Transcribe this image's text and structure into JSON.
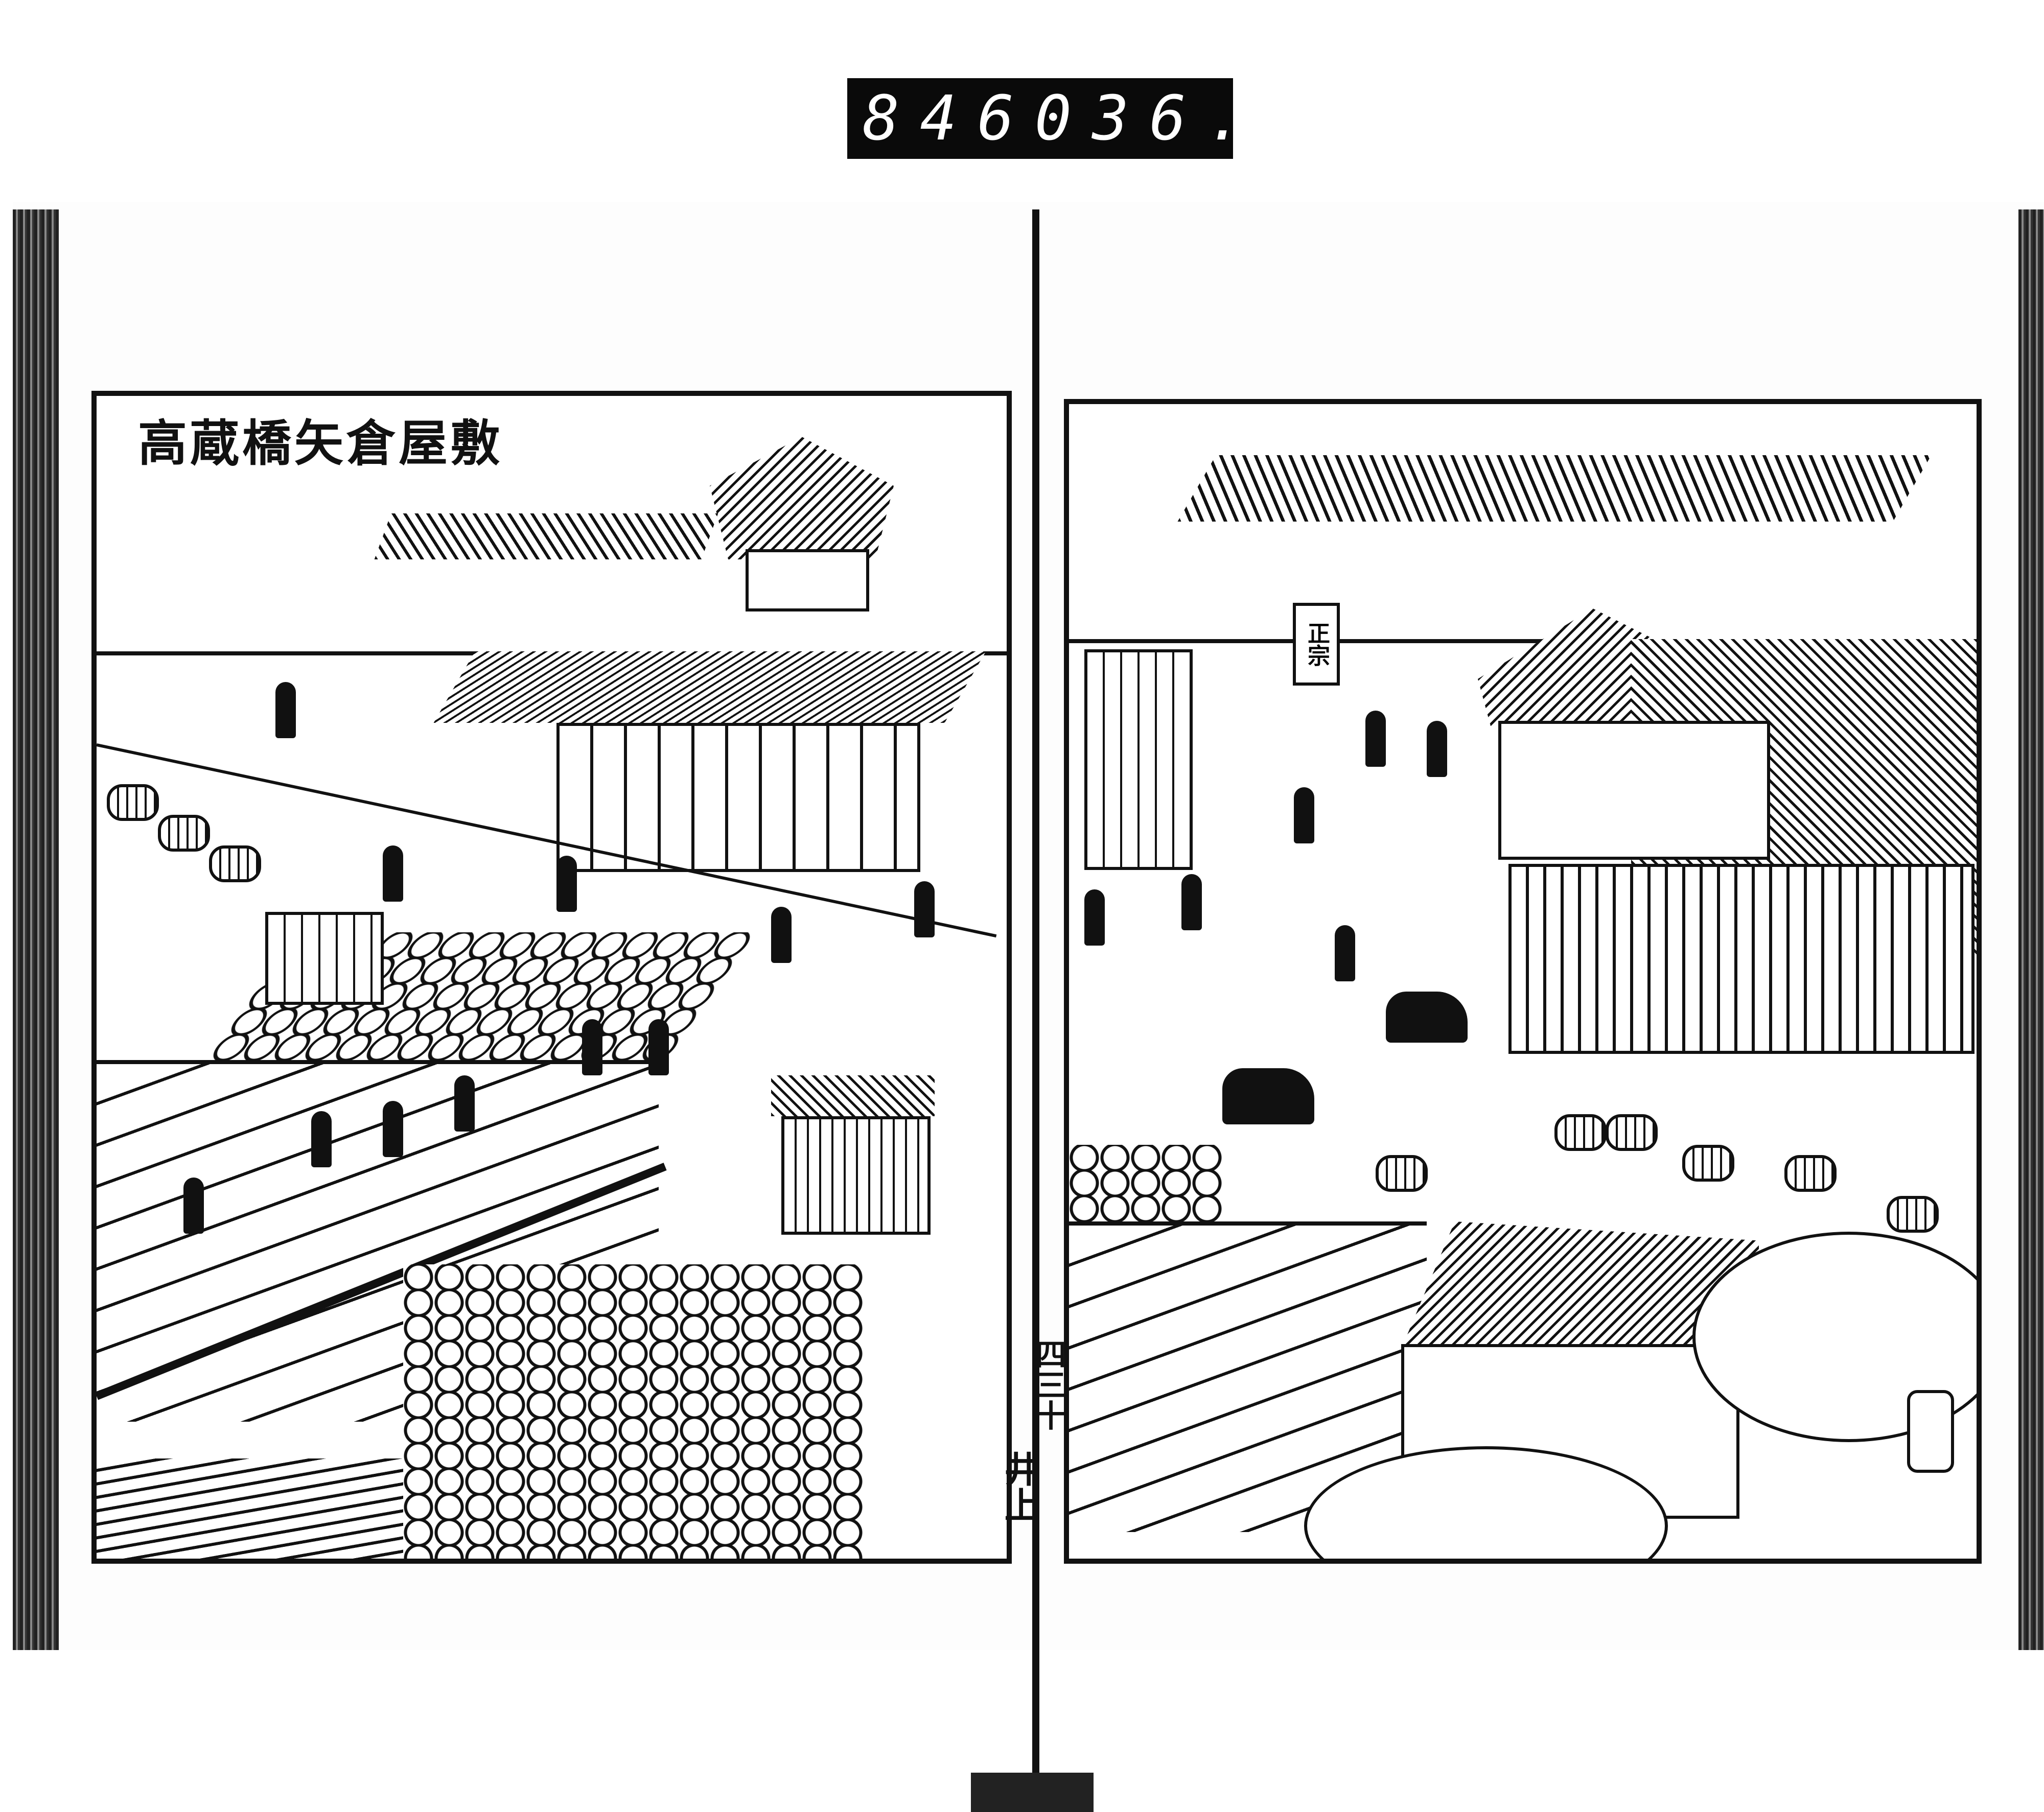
{
  "catalog_label": {
    "left_number": "846",
    "right_number": "036."
  },
  "illustration": {
    "title": "高蔵橋矢倉屋敷",
    "folio": "四三十",
    "carver_mark": "井上",
    "signboard": "正宗"
  }
}
